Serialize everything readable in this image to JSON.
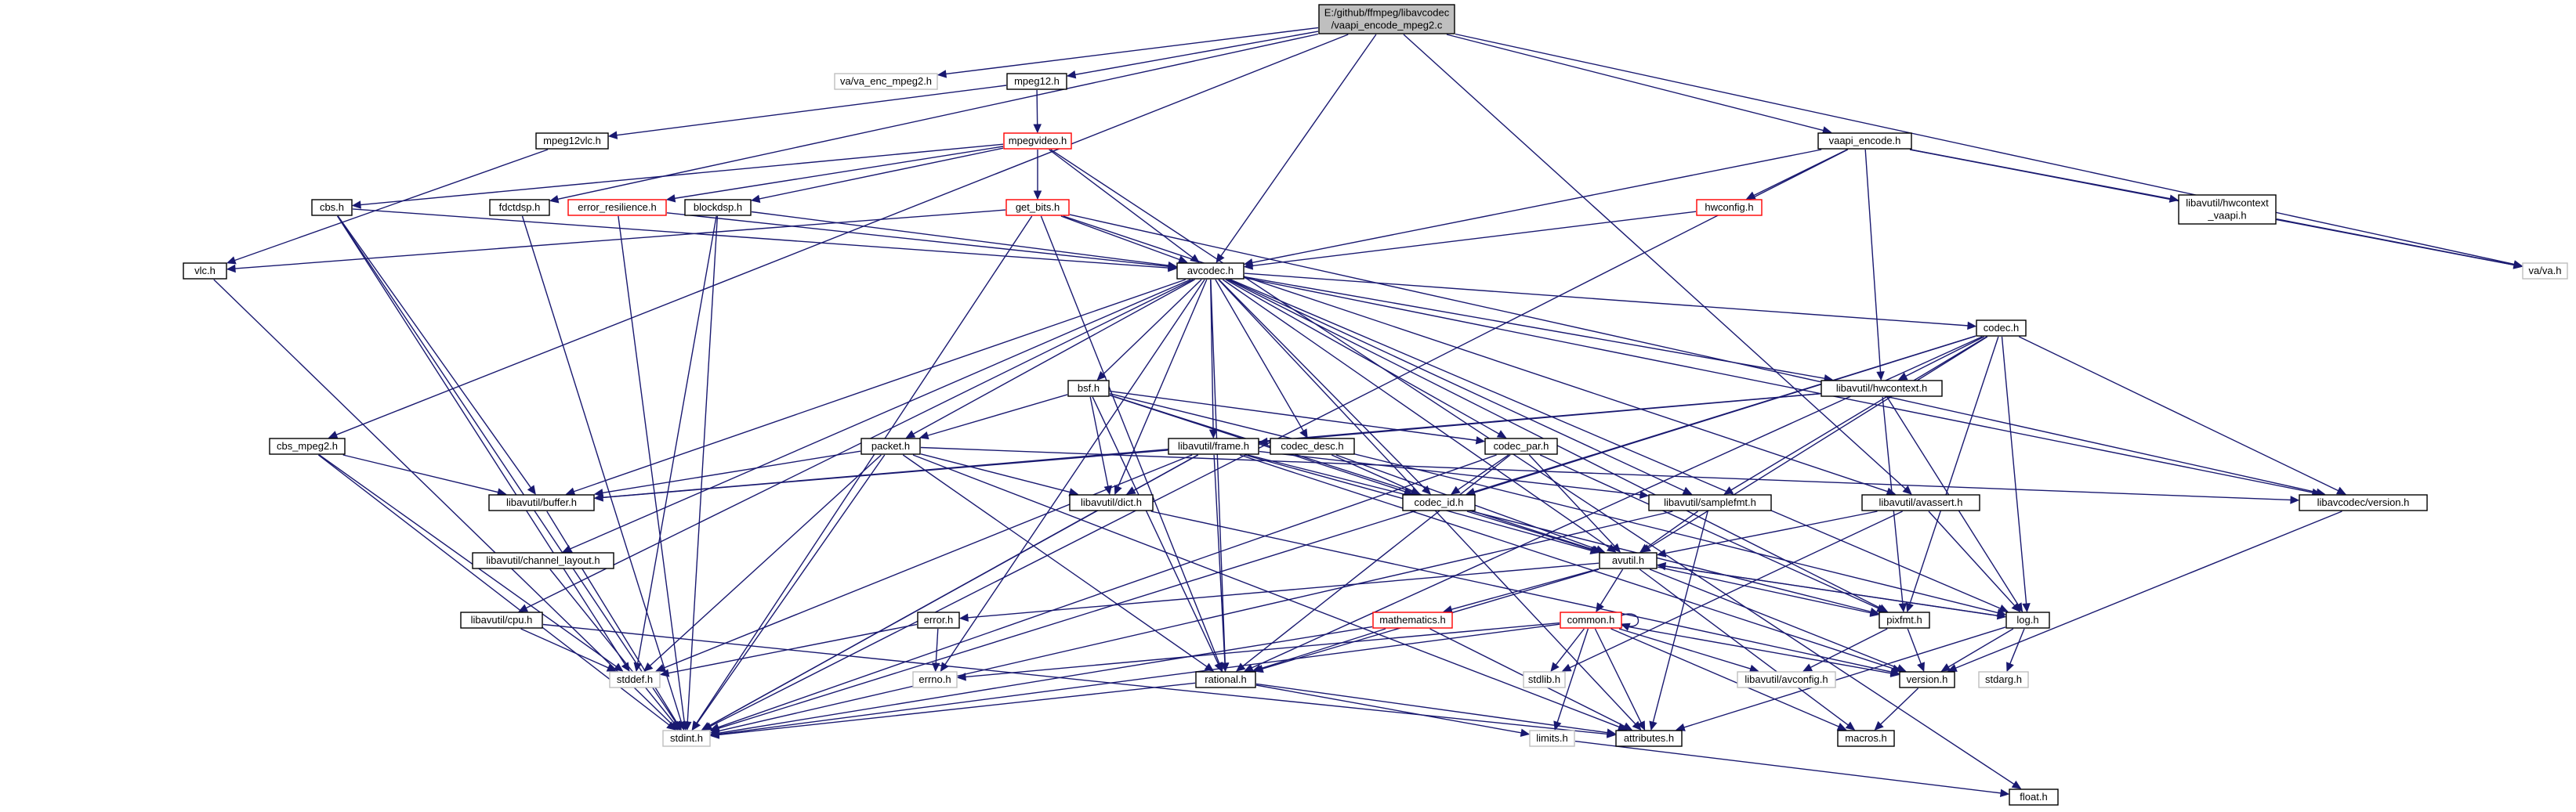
{
  "colors": {
    "edge": "#191970",
    "node_border": "#000000",
    "node_border_truncated": "#ff0000",
    "node_border_external": "#bfbfbf",
    "root_fill": "#bfbfbf",
    "node_fill": "#ffffff"
  },
  "nodes": [
    {
      "id": "root",
      "lines": [
        "E:/github/ffmpeg/libavcodec",
        "/vaapi_encode_mpeg2.c"
      ],
      "kind": "root"
    },
    {
      "id": "va_enc_mpeg2",
      "lines": [
        "va/va_enc_mpeg2.h"
      ],
      "kind": "external"
    },
    {
      "id": "mpeg12",
      "lines": [
        "mpeg12.h"
      ],
      "kind": "normal"
    },
    {
      "id": "vaapi_encode",
      "lines": [
        "vaapi_encode.h"
      ],
      "kind": "normal"
    },
    {
      "id": "mpeg12vlc",
      "lines": [
        "mpeg12vlc.h"
      ],
      "kind": "normal"
    },
    {
      "id": "mpegvideo",
      "lines": [
        "mpegvideo.h"
      ],
      "kind": "truncated"
    },
    {
      "id": "cbs",
      "lines": [
        "cbs.h"
      ],
      "kind": "normal"
    },
    {
      "id": "fdctdsp",
      "lines": [
        "fdctdsp.h"
      ],
      "kind": "normal"
    },
    {
      "id": "error_resilience",
      "lines": [
        "error_resilience.h"
      ],
      "kind": "truncated"
    },
    {
      "id": "blockdsp",
      "lines": [
        "blockdsp.h"
      ],
      "kind": "normal"
    },
    {
      "id": "get_bits",
      "lines": [
        "get_bits.h"
      ],
      "kind": "truncated"
    },
    {
      "id": "hwconfig",
      "lines": [
        "hwconfig.h"
      ],
      "kind": "truncated"
    },
    {
      "id": "hwcontext_vaapi",
      "lines": [
        "libavutil/hwcontext",
        "_vaapi.h"
      ],
      "kind": "normal"
    },
    {
      "id": "vlc",
      "lines": [
        "vlc.h"
      ],
      "kind": "normal"
    },
    {
      "id": "avcodec",
      "lines": [
        "avcodec.h"
      ],
      "kind": "normal"
    },
    {
      "id": "va",
      "lines": [
        "va/va.h"
      ],
      "kind": "external"
    },
    {
      "id": "codec",
      "lines": [
        "codec.h"
      ],
      "kind": "normal"
    },
    {
      "id": "bsf",
      "lines": [
        "bsf.h"
      ],
      "kind": "normal"
    },
    {
      "id": "hwcontext",
      "lines": [
        "libavutil/hwcontext.h"
      ],
      "kind": "normal"
    },
    {
      "id": "cbs_mpeg2",
      "lines": [
        "cbs_mpeg2.h"
      ],
      "kind": "normal"
    },
    {
      "id": "packet",
      "lines": [
        "packet.h"
      ],
      "kind": "normal"
    },
    {
      "id": "frame",
      "lines": [
        "libavutil/frame.h"
      ],
      "kind": "normal"
    },
    {
      "id": "codec_desc",
      "lines": [
        "codec_desc.h"
      ],
      "kind": "normal"
    },
    {
      "id": "codec_par",
      "lines": [
        "codec_par.h"
      ],
      "kind": "normal"
    },
    {
      "id": "buffer",
      "lines": [
        "libavutil/buffer.h"
      ],
      "kind": "normal"
    },
    {
      "id": "dict",
      "lines": [
        "libavutil/dict.h"
      ],
      "kind": "normal"
    },
    {
      "id": "codec_id",
      "lines": [
        "codec_id.h"
      ],
      "kind": "normal"
    },
    {
      "id": "samplefmt",
      "lines": [
        "libavutil/samplefmt.h"
      ],
      "kind": "normal"
    },
    {
      "id": "avassert",
      "lines": [
        "libavutil/avassert.h"
      ],
      "kind": "normal"
    },
    {
      "id": "lavc_version",
      "lines": [
        "libavcodec/version.h"
      ],
      "kind": "normal"
    },
    {
      "id": "channel_layout",
      "lines": [
        "libavutil/channel_layout.h"
      ],
      "kind": "normal"
    },
    {
      "id": "avutil",
      "lines": [
        "avutil.h"
      ],
      "kind": "normal"
    },
    {
      "id": "cpu",
      "lines": [
        "libavutil/cpu.h"
      ],
      "kind": "normal"
    },
    {
      "id": "error",
      "lines": [
        "error.h"
      ],
      "kind": "normal"
    },
    {
      "id": "mathematics",
      "lines": [
        "mathematics.h"
      ],
      "kind": "truncated"
    },
    {
      "id": "common",
      "lines": [
        "common.h"
      ],
      "kind": "truncated"
    },
    {
      "id": "pixfmt",
      "lines": [
        "pixfmt.h"
      ],
      "kind": "normal"
    },
    {
      "id": "log",
      "lines": [
        "log.h"
      ],
      "kind": "normal"
    },
    {
      "id": "stddef",
      "lines": [
        "stddef.h"
      ],
      "kind": "external"
    },
    {
      "id": "errno",
      "lines": [
        "errno.h"
      ],
      "kind": "external"
    },
    {
      "id": "rational",
      "lines": [
        "rational.h"
      ],
      "kind": "normal"
    },
    {
      "id": "stdlib",
      "lines": [
        "stdlib.h"
      ],
      "kind": "external"
    },
    {
      "id": "avconfig",
      "lines": [
        "libavutil/avconfig.h"
      ],
      "kind": "external"
    },
    {
      "id": "version",
      "lines": [
        "version.h"
      ],
      "kind": "normal"
    },
    {
      "id": "stdarg",
      "lines": [
        "stdarg.h"
      ],
      "kind": "external"
    },
    {
      "id": "stdint",
      "lines": [
        "stdint.h"
      ],
      "kind": "external"
    },
    {
      "id": "limits",
      "lines": [
        "limits.h"
      ],
      "kind": "external"
    },
    {
      "id": "attributes",
      "lines": [
        "attributes.h"
      ],
      "kind": "normal"
    },
    {
      "id": "macros",
      "lines": [
        "macros.h"
      ],
      "kind": "normal"
    },
    {
      "id": "float",
      "lines": [
        "float.h"
      ],
      "kind": "normal"
    }
  ],
  "edges": [
    [
      "root",
      "va_enc_mpeg2"
    ],
    [
      "root",
      "mpeg12"
    ],
    [
      "root",
      "vaapi_encode"
    ],
    [
      "root",
      "cbs_mpeg2"
    ],
    [
      "root",
      "fdctdsp"
    ],
    [
      "root",
      "avcodec"
    ],
    [
      "root",
      "avassert"
    ],
    [
      "root",
      "va"
    ],
    [
      "mpeg12",
      "mpeg12vlc"
    ],
    [
      "mpeg12",
      "mpegvideo"
    ],
    [
      "mpeg12vlc",
      "vlc"
    ],
    [
      "mpegvideo",
      "cbs"
    ],
    [
      "mpegvideo",
      "error_resilience"
    ],
    [
      "mpegvideo",
      "blockdsp"
    ],
    [
      "mpegvideo",
      "get_bits"
    ],
    [
      "mpegvideo",
      "avcodec"
    ],
    [
      "mpegvideo",
      "float"
    ],
    [
      "cbs",
      "avcodec"
    ],
    [
      "cbs",
      "buffer"
    ],
    [
      "cbs",
      "stddef"
    ],
    [
      "cbs",
      "stdint"
    ],
    [
      "fdctdsp",
      "stdint"
    ],
    [
      "error_resilience",
      "stdint"
    ],
    [
      "error_resilience",
      "avcodec"
    ],
    [
      "blockdsp",
      "avcodec"
    ],
    [
      "blockdsp",
      "stdint"
    ],
    [
      "blockdsp",
      "stddef"
    ],
    [
      "get_bits",
      "avcodec"
    ],
    [
      "get_bits",
      "vlc"
    ],
    [
      "get_bits",
      "stdint"
    ],
    [
      "get_bits",
      "rational"
    ],
    [
      "get_bits",
      "avassert"
    ],
    [
      "get_bits",
      "lavc_version"
    ],
    [
      "vaapi_encode",
      "hwconfig"
    ],
    [
      "vaapi_encode",
      "hwcontext_vaapi"
    ],
    [
      "vaapi_encode",
      "hwcontext"
    ],
    [
      "vaapi_encode",
      "avcodec"
    ],
    [
      "vaapi_encode",
      "va"
    ],
    [
      "vaapi_encode",
      "stdint"
    ],
    [
      "hwconfig",
      "avcodec"
    ],
    [
      "hwcontext_vaapi",
      "va"
    ],
    [
      "vlc",
      "stdint"
    ],
    [
      "avcodec",
      "errno"
    ],
    [
      "avcodec",
      "samplefmt"
    ],
    [
      "avcodec",
      "attributes"
    ],
    [
      "avcodec",
      "avutil"
    ],
    [
      "avcodec",
      "buffer"
    ],
    [
      "avcodec",
      "cpu"
    ],
    [
      "avcodec",
      "channel_layout"
    ],
    [
      "avcodec",
      "dict"
    ],
    [
      "avcodec",
      "frame"
    ],
    [
      "avcodec",
      "log"
    ],
    [
      "avcodec",
      "pixfmt"
    ],
    [
      "avcodec",
      "rational"
    ],
    [
      "avcodec",
      "lavc_version"
    ],
    [
      "avcodec",
      "codec"
    ],
    [
      "avcodec",
      "codec_desc"
    ],
    [
      "avcodec",
      "codec_id"
    ],
    [
      "avcodec",
      "codec_par"
    ],
    [
      "avcodec",
      "bsf"
    ],
    [
      "avcodec",
      "packet"
    ],
    [
      "avcodec",
      "hwcontext"
    ],
    [
      "codec",
      "stdint"
    ],
    [
      "codec",
      "avutil"
    ],
    [
      "codec",
      "hwcontext"
    ],
    [
      "codec",
      "log"
    ],
    [
      "codec",
      "pixfmt"
    ],
    [
      "codec",
      "rational"
    ],
    [
      "codec",
      "samplefmt"
    ],
    [
      "codec",
      "lavc_version"
    ],
    [
      "codec",
      "codec_id"
    ],
    [
      "bsf",
      "avutil"
    ],
    [
      "bsf",
      "dict"
    ],
    [
      "bsf",
      "log"
    ],
    [
      "bsf",
      "rational"
    ],
    [
      "bsf",
      "codec_id"
    ],
    [
      "bsf",
      "codec_par"
    ],
    [
      "bsf",
      "packet"
    ],
    [
      "hwcontext",
      "buffer"
    ],
    [
      "hwcontext",
      "frame"
    ],
    [
      "hwcontext",
      "log"
    ],
    [
      "hwcontext",
      "pixfmt"
    ],
    [
      "cbs_mpeg2",
      "stddef"
    ],
    [
      "cbs_mpeg2",
      "stdint"
    ],
    [
      "cbs_mpeg2",
      "buffer"
    ],
    [
      "packet",
      "attributes"
    ],
    [
      "packet",
      "stddef"
    ],
    [
      "packet",
      "stdint"
    ],
    [
      "packet",
      "buffer"
    ],
    [
      "packet",
      "dict"
    ],
    [
      "packet",
      "rational"
    ],
    [
      "packet",
      "lavc_version"
    ],
    [
      "frame",
      "stddef"
    ],
    [
      "frame",
      "stdint"
    ],
    [
      "frame",
      "avutil"
    ],
    [
      "frame",
      "buffer"
    ],
    [
      "frame",
      "dict"
    ],
    [
      "frame",
      "rational"
    ],
    [
      "frame",
      "samplefmt"
    ],
    [
      "frame",
      "pixfmt"
    ],
    [
      "frame",
      "version"
    ],
    [
      "codec_desc",
      "avutil"
    ],
    [
      "codec_desc",
      "codec_id"
    ],
    [
      "codec_par",
      "stdint"
    ],
    [
      "codec_par",
      "avutil"
    ],
    [
      "codec_par",
      "rational"
    ],
    [
      "codec_par",
      "pixfmt"
    ],
    [
      "codec_par",
      "codec_id"
    ],
    [
      "buffer",
      "stdint"
    ],
    [
      "dict",
      "stdint"
    ],
    [
      "dict",
      "version"
    ],
    [
      "codec_id",
      "avutil"
    ],
    [
      "samplefmt",
      "stdint"
    ],
    [
      "samplefmt",
      "avutil"
    ],
    [
      "samplefmt",
      "attributes"
    ],
    [
      "avassert",
      "stdlib"
    ],
    [
      "avassert",
      "avutil"
    ],
    [
      "avassert",
      "log"
    ],
    [
      "lavc_version",
      "version"
    ],
    [
      "channel_layout",
      "stdint"
    ],
    [
      "avutil",
      "common"
    ],
    [
      "avutil",
      "error"
    ],
    [
      "avutil",
      "rational"
    ],
    [
      "avutil",
      "mathematics"
    ],
    [
      "avutil",
      "log"
    ],
    [
      "avutil",
      "pixfmt"
    ],
    [
      "avutil",
      "macros"
    ],
    [
      "avutil",
      "version"
    ],
    [
      "cpu",
      "stddef"
    ],
    [
      "cpu",
      "attributes"
    ],
    [
      "error",
      "errno"
    ],
    [
      "error",
      "stddef"
    ],
    [
      "mathematics",
      "stdint"
    ],
    [
      "mathematics",
      "attributes"
    ],
    [
      "mathematics",
      "rational"
    ],
    [
      "common",
      "errno"
    ],
    [
      "common",
      "stdint"
    ],
    [
      "common",
      "limits"
    ],
    [
      "common",
      "stdlib"
    ],
    [
      "common",
      "attributes"
    ],
    [
      "common",
      "macros"
    ],
    [
      "common",
      "version"
    ],
    [
      "common",
      "avconfig"
    ],
    [
      "common",
      "common"
    ],
    [
      "pixfmt",
      "avconfig"
    ],
    [
      "pixfmt",
      "version"
    ],
    [
      "log",
      "stdarg"
    ],
    [
      "log",
      "attributes"
    ],
    [
      "log",
      "version"
    ],
    [
      "log",
      "avutil"
    ],
    [
      "rational",
      "stdint"
    ],
    [
      "rational",
      "limits"
    ],
    [
      "rational",
      "attributes"
    ],
    [
      "version",
      "macros"
    ],
    [
      "limits",
      "float"
    ]
  ]
}
